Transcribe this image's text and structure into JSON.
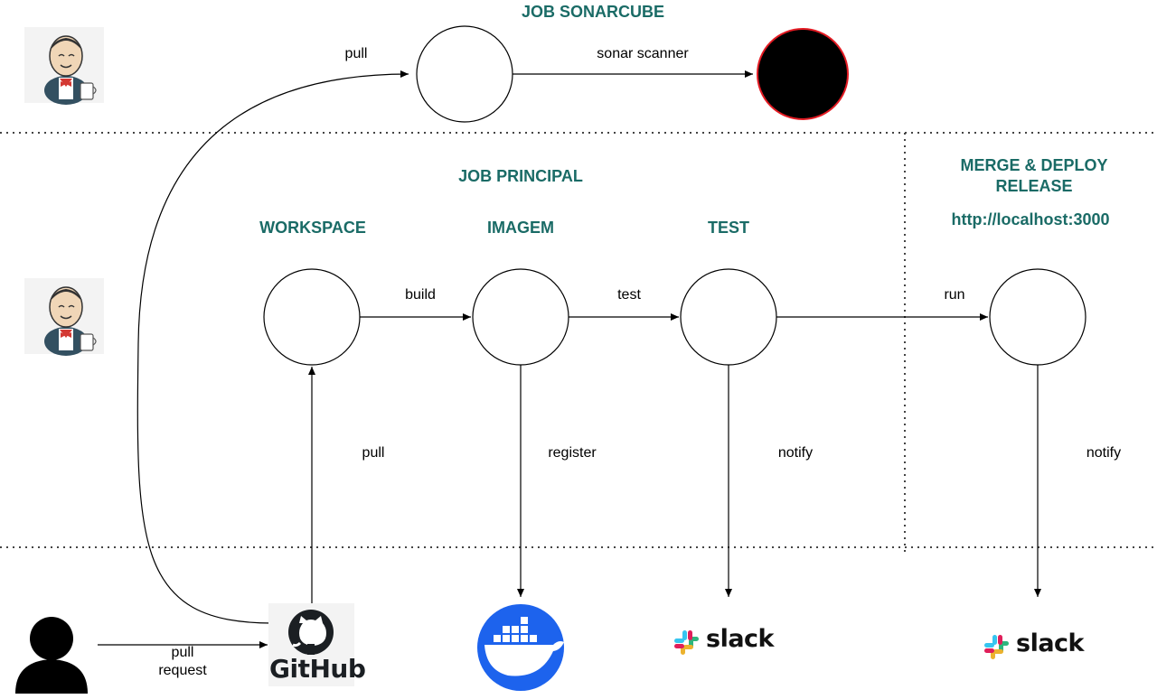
{
  "sections": {
    "sonar_job": "JOB SONARCUBE",
    "principal_job": "JOB PRINCIPAL",
    "deploy_line1": "MERGE & DEPLOY",
    "deploy_line2": "RELEASE",
    "deploy_url": "http://localhost:3000"
  },
  "stages": {
    "workspace": "WORKSPACE",
    "imagem": "IMAGEM",
    "test": "TEST"
  },
  "edges": {
    "pull_top": "pull",
    "sonar_scanner": "sonar scanner",
    "build": "build",
    "test": "test",
    "run": "run",
    "pull_github": "pull",
    "register": "register",
    "notify_test": "notify",
    "notify_deploy": "notify",
    "pull_request_line1": "pull",
    "pull_request_line2": "request"
  },
  "logos": {
    "github": "GitHub",
    "slack_test": "slack",
    "slack_deploy": "slack"
  },
  "colors": {
    "heading": "#1a6b66",
    "sonar_ring": "#e31b23",
    "docker": "#1d63ed",
    "slack_blue": "#36c5f0",
    "slack_green": "#2eb67d",
    "slack_red": "#e01e5a",
    "slack_yellow": "#ecb22e"
  },
  "icons": {
    "jenkins_top": "jenkins-icon",
    "jenkins_main": "jenkins-icon",
    "user": "user-icon",
    "github": "github-icon",
    "docker": "docker-icon"
  }
}
